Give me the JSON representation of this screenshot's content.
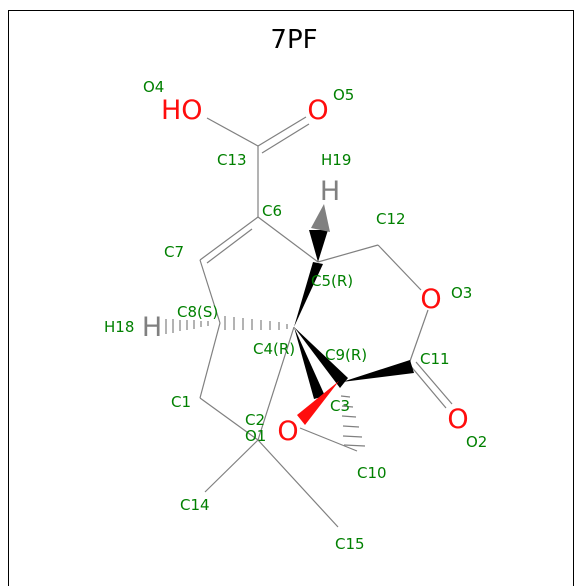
{
  "title": "7PF",
  "colors": {
    "bond": "#808080",
    "oxygen": "#ff0d0d",
    "hydrogen": "#808080",
    "label": "#008000",
    "wedge": "#000000",
    "title": "#000000"
  },
  "atoms": {
    "HO": "HO",
    "O_keto": "O",
    "O_ring3": "O",
    "O_ring2": "O",
    "O_epoxide": "O",
    "H_19": "H",
    "H_18": "H"
  },
  "labels": {
    "O4": "O4",
    "O5": "O5",
    "C13": "C13",
    "H19": "H19",
    "C6": "C6",
    "C12": "C12",
    "C7": "C7",
    "C5": "C5(R)",
    "O3": "O3",
    "H18": "H18",
    "C8": "C8(S)",
    "C4": "C4(R)",
    "C9": "C9(R)",
    "C11": "C11",
    "C1": "C1",
    "C3": "C3",
    "C2": "C2",
    "O1": "O1",
    "O2": "O2",
    "C10": "C10",
    "C14": "C14",
    "C15": "C15"
  }
}
